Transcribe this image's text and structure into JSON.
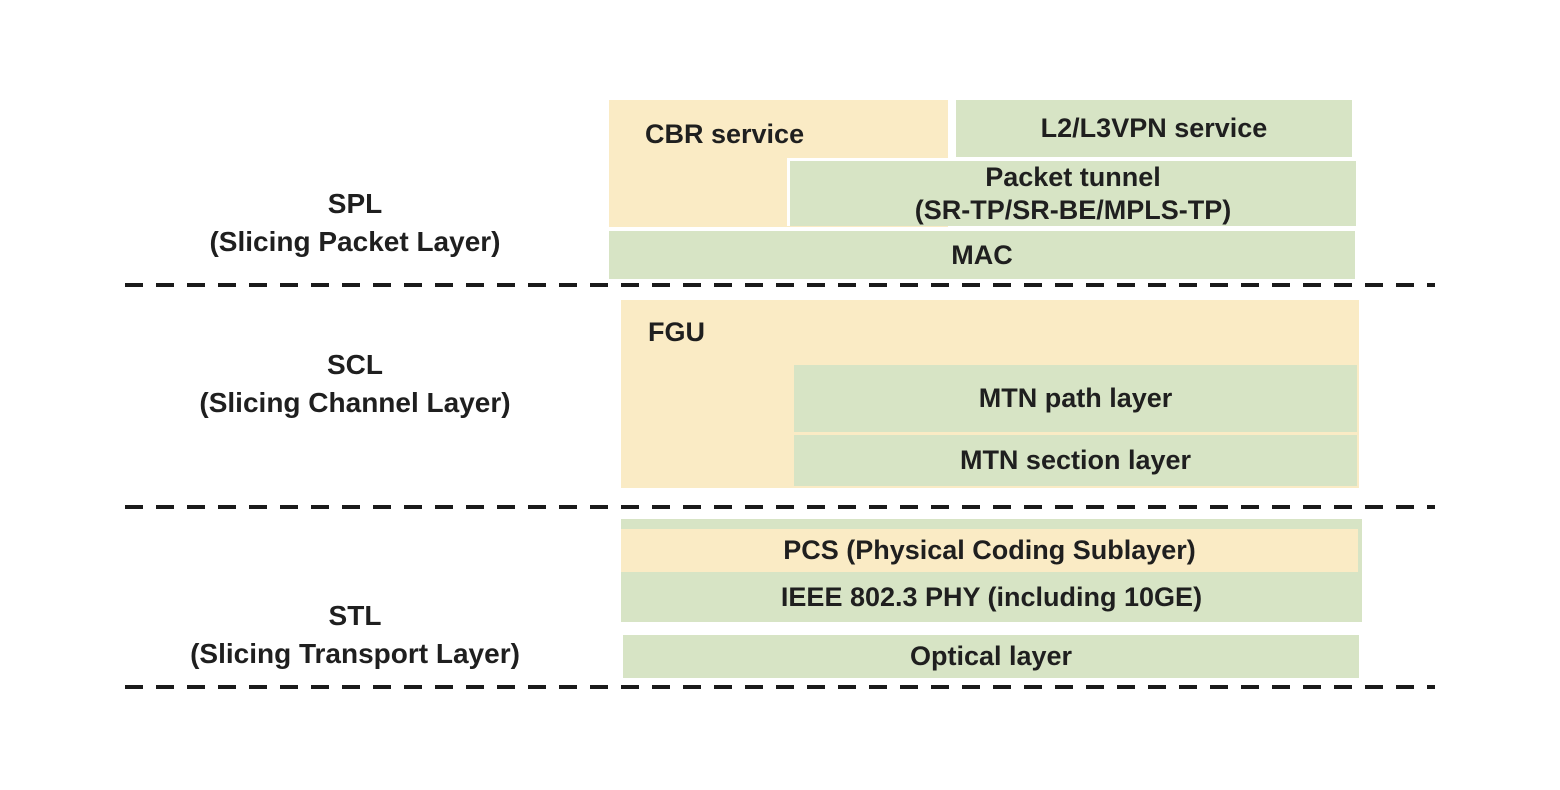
{
  "colors": {
    "service_yellow": "#FAEBC5",
    "service_green": "#D7E4C5",
    "text": "#1F1F1F",
    "divider_line": "#1A1A1A",
    "background": "#FFFFFF"
  },
  "spl": {
    "label_abbr": "SPL",
    "label_full": "(Slicing Packet Layer)",
    "cbr_service": "CBR service",
    "l2l3vpn_service": "L2/L3VPN service",
    "packet_tunnel_line1": "Packet tunnel",
    "packet_tunnel_line2": "(SR-TP/SR-BE/MPLS-TP)",
    "mac": "MAC"
  },
  "scl": {
    "label_abbr": "SCL",
    "label_full": "(Slicing Channel Layer)",
    "fgu": "FGU",
    "mtn_path": "MTN path layer",
    "mtn_section": "MTN section layer"
  },
  "stl": {
    "label_abbr": "STL",
    "label_full": "(Slicing Transport Layer)",
    "pcs": "PCS (Physical Coding Sublayer)",
    "ieee_phy": "IEEE 802.3 PHY (including 10GE)",
    "optical": "Optical layer"
  }
}
